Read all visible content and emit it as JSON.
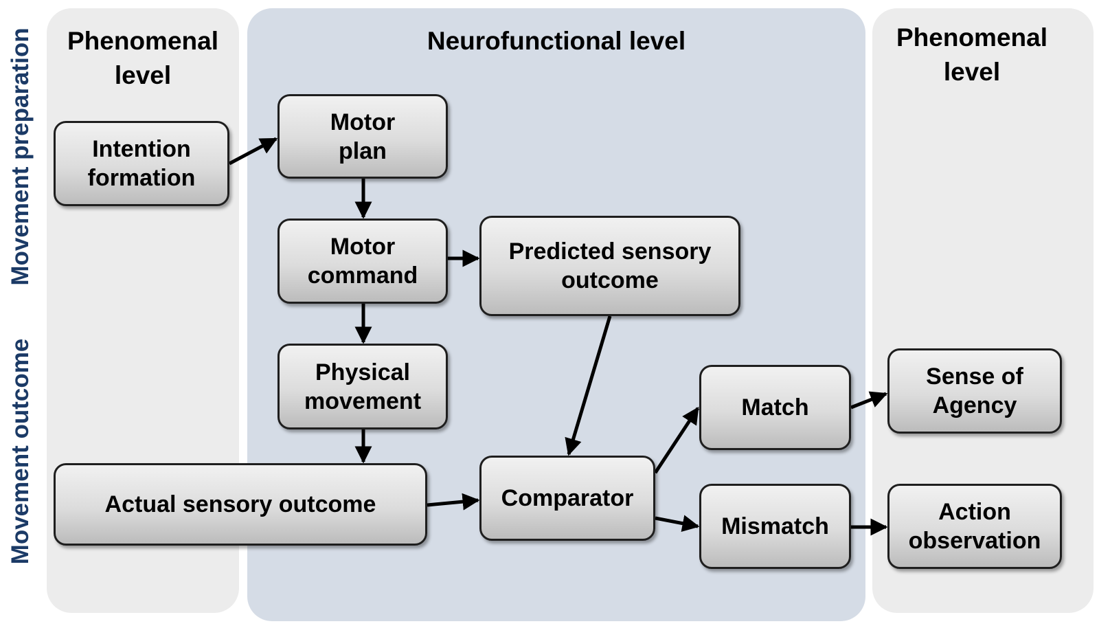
{
  "panels": {
    "left_title": "Phenomenal\nlevel",
    "middle_title": "Neurofunctional level",
    "right_title": "Phenomenal\nlevel"
  },
  "side_labels": {
    "top": "Movement preparation",
    "bottom": "Movement outcome"
  },
  "nodes": {
    "intention_formation": "Intention\nformation",
    "motor_plan": "Motor\nplan",
    "motor_command": "Motor\ncommand",
    "predicted_sensory_outcome": "Predicted sensory\noutcome",
    "physical_movement": "Physical\nmovement",
    "actual_sensory_outcome": "Actual sensory outcome",
    "comparator": "Comparator",
    "match": "Match",
    "mismatch": "Mismatch",
    "sense_of_agency": "Sense of\nAgency",
    "action_observation": "Action\nobservation"
  },
  "edges": [
    {
      "from": "intention_formation",
      "to": "motor_plan"
    },
    {
      "from": "motor_plan",
      "to": "motor_command"
    },
    {
      "from": "motor_command",
      "to": "predicted_sensory_outcome"
    },
    {
      "from": "motor_command",
      "to": "physical_movement"
    },
    {
      "from": "physical_movement",
      "to": "actual_sensory_outcome"
    },
    {
      "from": "predicted_sensory_outcome",
      "to": "comparator"
    },
    {
      "from": "actual_sensory_outcome",
      "to": "comparator"
    },
    {
      "from": "comparator",
      "to": "match"
    },
    {
      "from": "comparator",
      "to": "mismatch"
    },
    {
      "from": "match",
      "to": "sense_of_agency"
    },
    {
      "from": "mismatch",
      "to": "action_observation"
    }
  ],
  "colors": {
    "side_label": "#1b3a66",
    "panel_outer": "#ececec",
    "panel_middle": "#d5dce6",
    "box_border": "#1e1e1e",
    "arrow": "#000000"
  }
}
